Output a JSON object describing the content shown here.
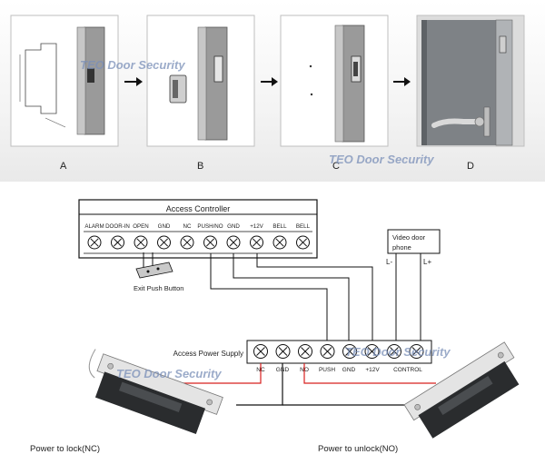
{
  "watermark": "TEO Door Security",
  "steps": [
    {
      "label": "A"
    },
    {
      "label": "B"
    },
    {
      "label": "C"
    },
    {
      "label": "D"
    }
  ],
  "controller": {
    "title": "Access Controller",
    "terminals": [
      "ALARM",
      "DOOR-IN",
      "OPEN",
      "GND",
      "NC",
      "PUSH/NO",
      "GND",
      "+12V",
      "BELL",
      "BELL"
    ]
  },
  "exit_button": "Exit Push Button",
  "video_phone": {
    "line1": "Video door",
    "line2": "phone",
    "left_lead": "L-",
    "right_lead": "L+"
  },
  "power_supply": {
    "title": "Access Power Supply",
    "terminals": [
      "NC",
      "GND",
      "NO",
      "PUSH",
      "GND",
      "+12V",
      "CONTROL"
    ]
  },
  "captions": {
    "nc": "Power to lock(NC)",
    "no": "Power to unlock(NO)"
  },
  "colors": {
    "wire": "#111111",
    "red_wire": "#d8201f",
    "panel_grey": "#b9b9b9"
  }
}
